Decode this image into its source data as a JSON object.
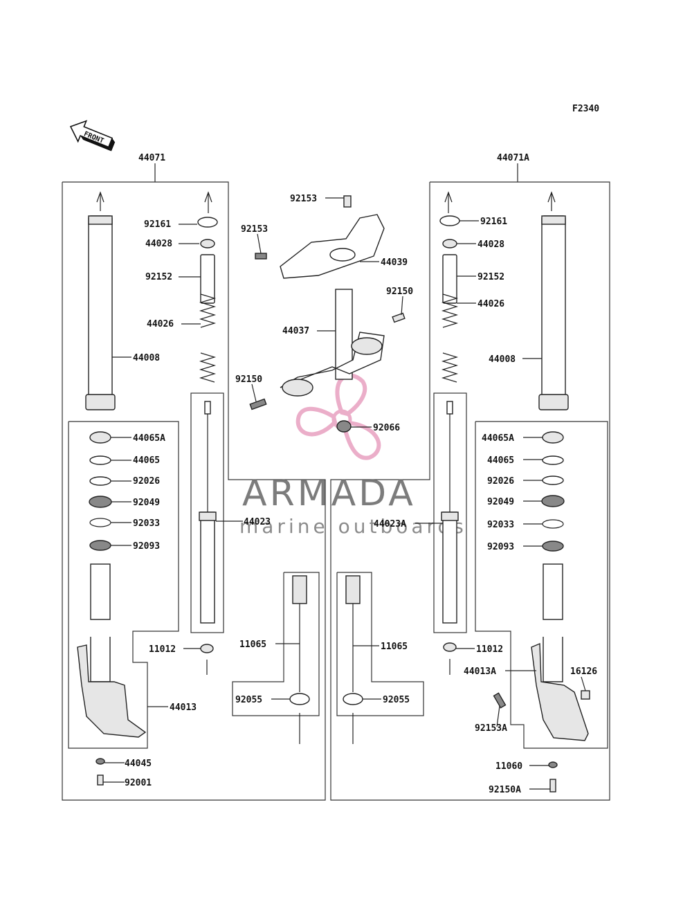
{
  "figure_code": "F2340",
  "front_arrow": "FRONT",
  "watermark": {
    "title": "ARMADA",
    "subtitle": "marine outboards",
    "color": "#e8a0c0"
  },
  "parts": {
    "p44071": "44071",
    "p44071A": "44071A",
    "p92153_top": "92153",
    "p92153_left": "92153",
    "p44039": "44039",
    "p92150_right": "92150",
    "p44037": "44037",
    "p92150_left": "92150",
    "p92066": "92066",
    "L92161": "92161",
    "L44028": "44028",
    "L92152": "92152",
    "L44026": "44026",
    "L44008": "44008",
    "L44065A": "44065A",
    "L44065": "44065",
    "L92026": "92026",
    "L92049": "92049",
    "L92033": "92033",
    "L92093": "92093",
    "L44023": "44023",
    "L11012": "11012",
    "L11065": "11065",
    "L92055": "92055",
    "L44013": "44013",
    "L44045": "44045",
    "L92001": "92001",
    "R92161": "92161",
    "R44028": "44028",
    "R92152": "92152",
    "R44026": "44026",
    "R44008": "44008",
    "R44065A": "44065A",
    "R44065": "44065",
    "R92026": "92026",
    "R92049": "92049",
    "R92033": "92033",
    "R92093": "92093",
    "R44023A": "44023A",
    "R11012": "11012",
    "R11065": "11065",
    "R92055": "92055",
    "R44013A": "44013A",
    "R16126": "16126",
    "R92153A": "92153A",
    "R11060": "11060",
    "R92150A": "92150A"
  }
}
